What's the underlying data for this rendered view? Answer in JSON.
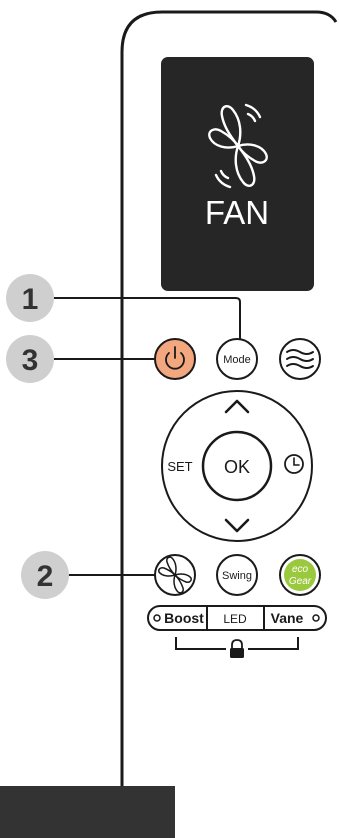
{
  "display": {
    "mode_text": "FAN",
    "mode_icon": "fan-icon"
  },
  "buttons": {
    "mode_label": "Mode",
    "ok_label": "OK",
    "set_label": "SET",
    "swing_label": "Swing",
    "power_icon": "power-icon",
    "airflow_icon": "airflow-waves-icon",
    "timer_icon": "clock-icon",
    "fan_icon": "fan-icon",
    "eco_icon": "eco-gear-icon",
    "eco_text_line1": "eco",
    "eco_text_line2": "Gear"
  },
  "function_bar": {
    "boost_label": "Boost",
    "led_label": "LED",
    "vane_label": "Vane"
  },
  "lock_icon": "child-lock-icon",
  "callouts": [
    {
      "number": "1",
      "target": "Mode"
    },
    {
      "number": "2",
      "target": "fan"
    },
    {
      "number": "3",
      "target": "power"
    }
  ],
  "colors": {
    "power_button": "#f3a77f",
    "lcd_background": "#262626",
    "eco_green": "#9ac93e",
    "callout_badge": "#cfcfcf",
    "bottom_bar": "#333333"
  }
}
